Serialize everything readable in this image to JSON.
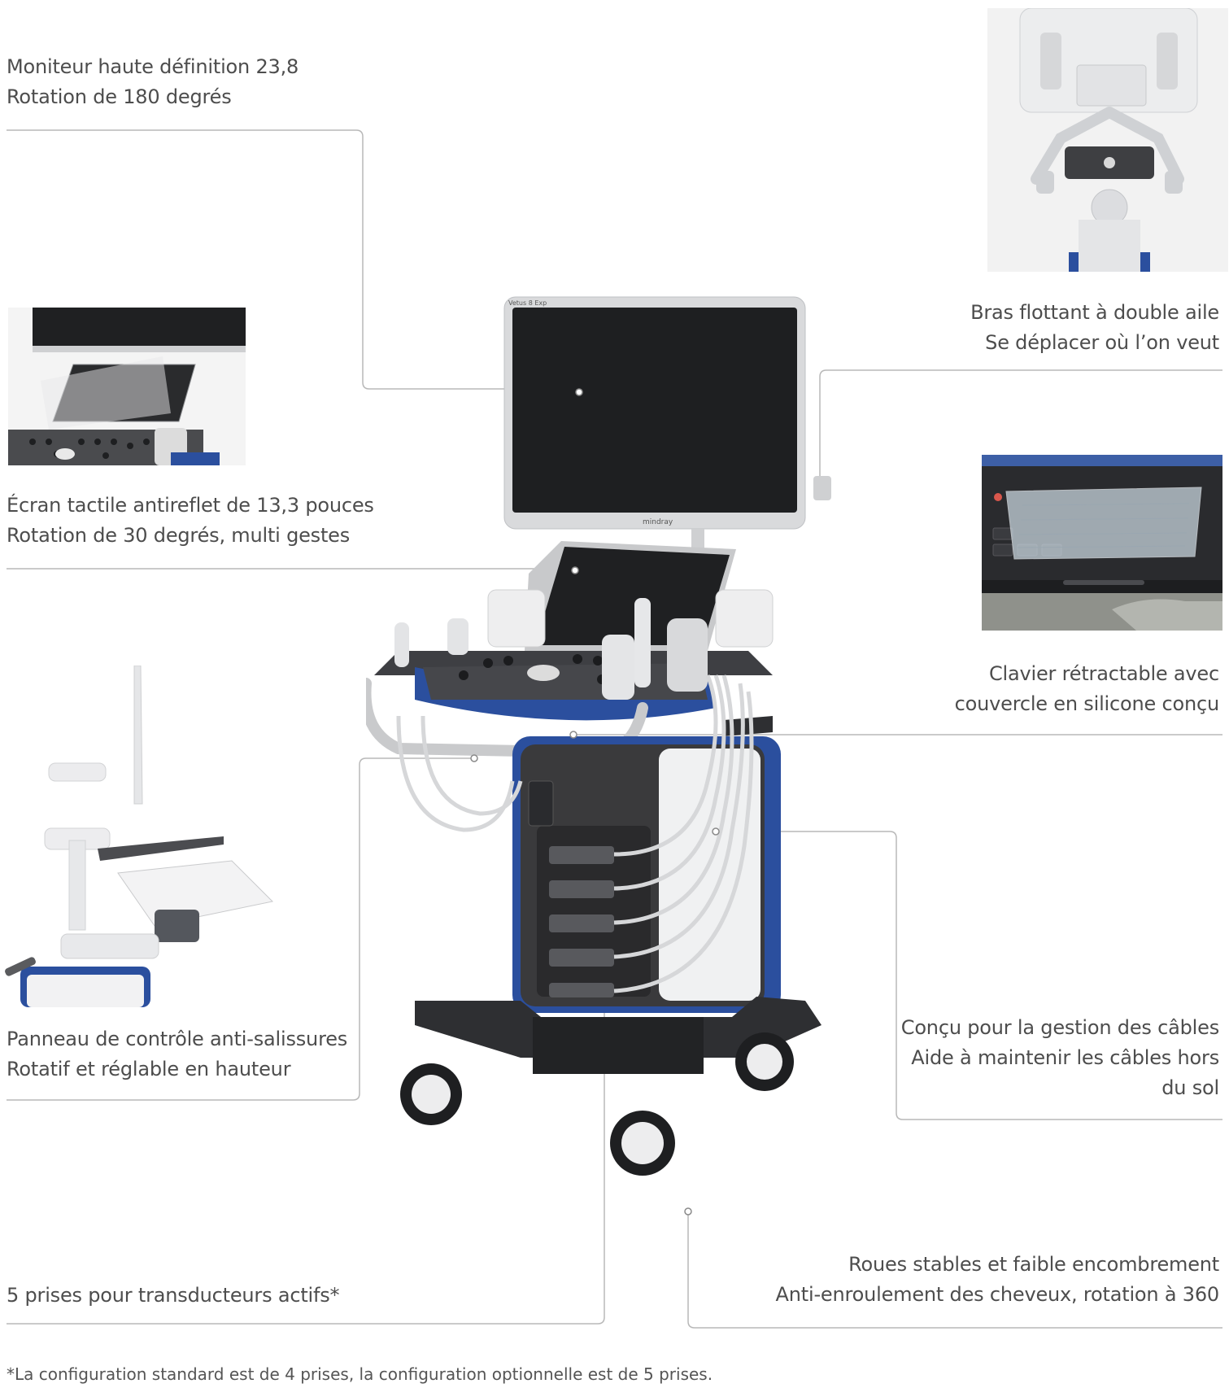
{
  "features": {
    "monitor": {
      "line1": "Moniteur haute définition 23,8",
      "line2": "Rotation de 180 degrés"
    },
    "touchscreen": {
      "line1": "Écran tactile antireflet de 13,3 pouces",
      "line2": "Rotation de 30 degrés, multi gestes"
    },
    "control_panel": {
      "line1": "Panneau de contrôle anti-salissures",
      "line2": "Rotatif et réglable en hauteur"
    },
    "probe_ports": {
      "line1": "5 prises pour transducteurs actifs*"
    },
    "floating_arm": {
      "line1": "Bras flottant à double aile",
      "line2": "Se déplacer où l’on veut"
    },
    "keyboard": {
      "line1": "Clavier rétractable avec",
      "line2": "couvercle en silicone conçu"
    },
    "cable_management": {
      "line1": "Conçu pour la gestion des câbles",
      "line2": "Aide à maintenir les câbles hors",
      "line3": "du sol"
    },
    "wheels": {
      "line1": "Roues stables et faible encombrement",
      "line2": "Anti-enroulement des cheveux, rotation à 360"
    }
  },
  "footnote": "*La configuration standard est de 4 prises, la configuration optionnelle est de 5 prises.",
  "product": {
    "brand": "mindray",
    "model": "Vetus 8 Exp"
  },
  "colors": {
    "accent_blue": "#2b4f9e",
    "callout_line": "#b5b5b5",
    "body_gray": "#3a3a3c"
  }
}
